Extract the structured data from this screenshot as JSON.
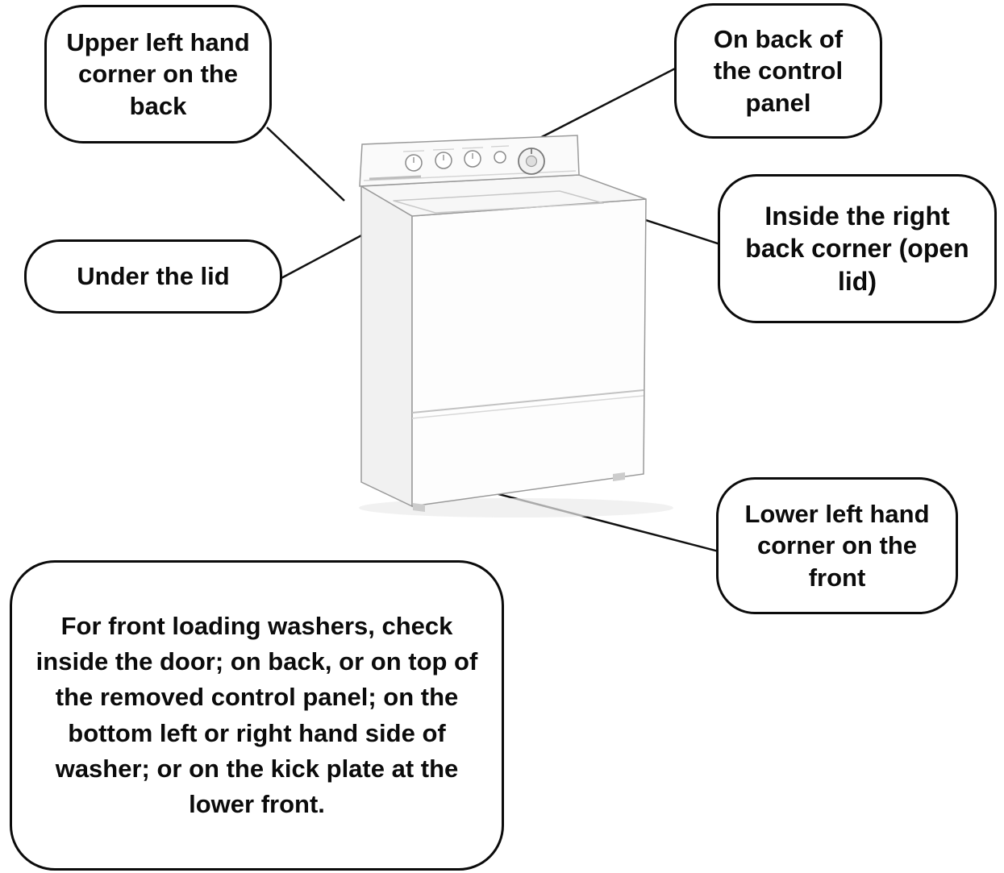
{
  "colors": {
    "background": "#ffffff",
    "bubble_border": "#0b0b0b",
    "connector_line": "#111111",
    "washer_body": "#fdfdfd",
    "washer_shade": "#f1f1f1",
    "washer_outline": "#9a9a9a"
  },
  "callouts": [
    {
      "id": "upper-left-back",
      "text": "Upper left hand corner on the back"
    },
    {
      "id": "back-control-panel",
      "text": "On back of the control panel"
    },
    {
      "id": "under-lid",
      "text": "Under the lid"
    },
    {
      "id": "inside-right-back",
      "text": "Inside the right back corner (open lid)"
    },
    {
      "id": "lower-left-front",
      "text": "Lower left hand corner on the front"
    },
    {
      "id": "front-loading-note",
      "text": "For front loading washers, check inside the door; on back, or on top of the removed control panel; on the bottom left or right hand side of washer; or on the kick plate at the lower front."
    }
  ]
}
